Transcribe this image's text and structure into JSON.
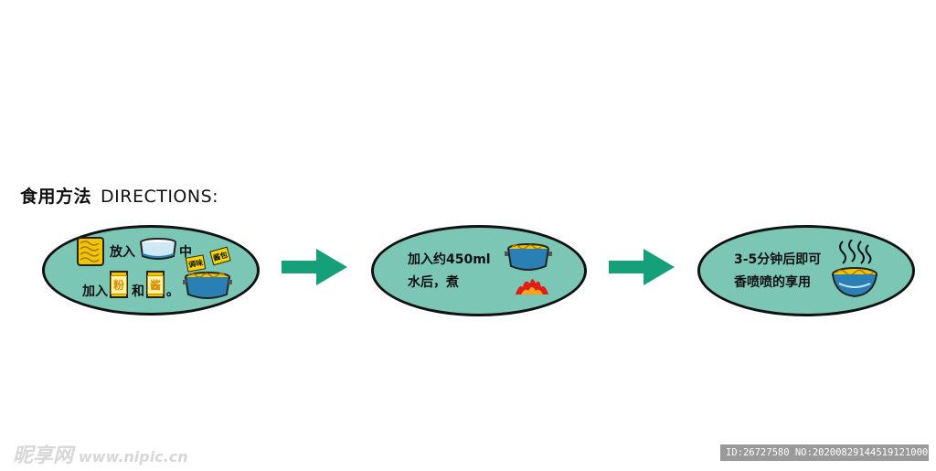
{
  "header": {
    "title_cn": "食用方法",
    "title_en": "DIRECTIONS:"
  },
  "step1": {
    "put_in": "放入",
    "middle": "中",
    "add": "加入",
    "powder": "粉",
    "and": "和",
    "sauce": "酱",
    "period": "。",
    "tag1": "调味",
    "tag2": "酱包"
  },
  "step2": {
    "line1": "加入约450ml",
    "line2": "水后，煮"
  },
  "step3": {
    "line1": "3-5分钟后即可",
    "line2": "香喷喷的享用"
  },
  "watermark": {
    "site": "昵享网",
    "url": "www.nipic.cn",
    "id_text": "ID:26727580 NO:20200829144519121000"
  },
  "colors": {
    "ellipse": "#7cc6b6",
    "arrow": "#16a07a",
    "noodle": "#f2c500"
  }
}
